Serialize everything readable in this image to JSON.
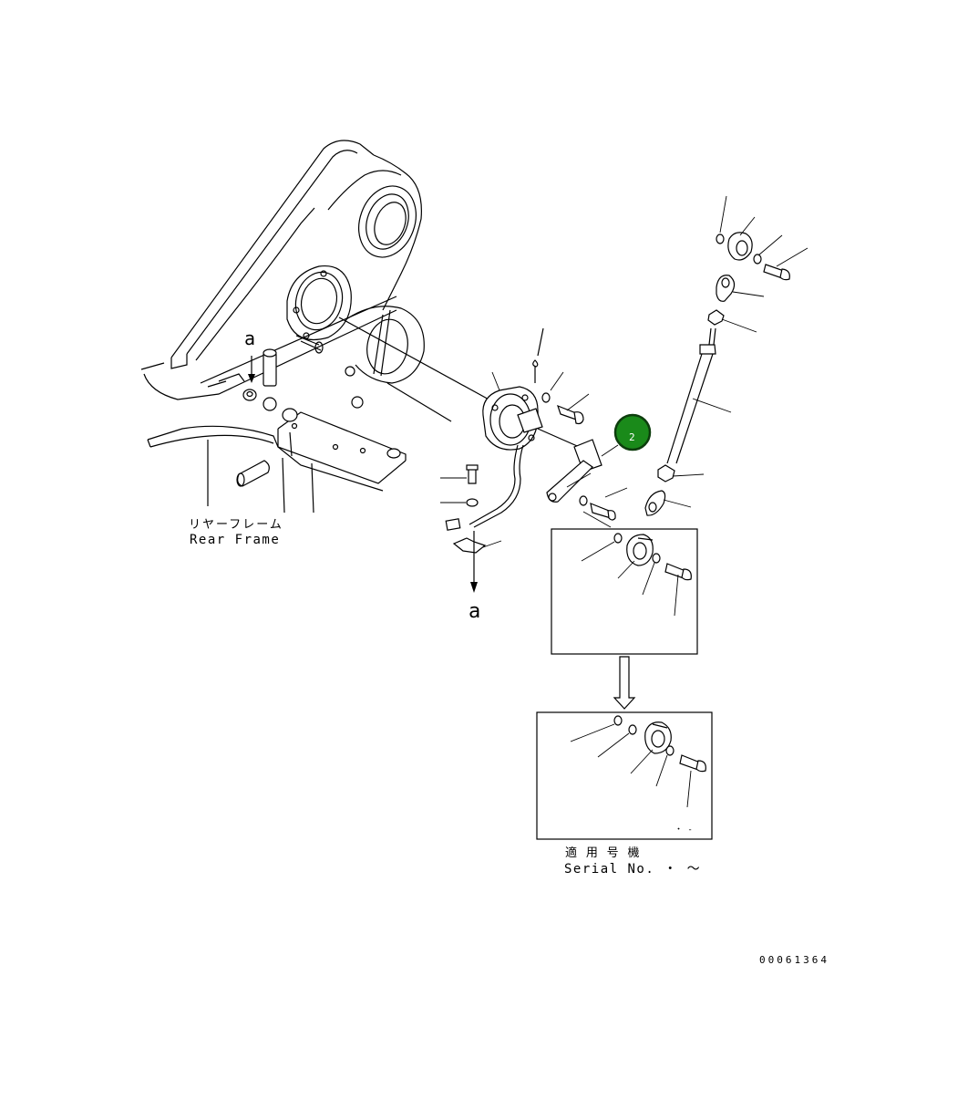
{
  "labels": {
    "detail_a_top": "a",
    "detail_a_bottom": "a",
    "rear_frame_jp": "リヤーフレーム",
    "rear_frame_en": "Rear Frame",
    "serial_jp": "適 用 号 機",
    "serial_en": "Serial No.  ・  ～",
    "drawing_number": "00061364"
  },
  "callout": {
    "number": "2",
    "color": "#1a8a1a",
    "border_color": "#0d3d0d",
    "text_color": "#ffffff"
  },
  "icons": {
    "arrow_down": "arrow-down-icon",
    "hollow_arrow_down": "hollow-arrow-down-icon"
  }
}
